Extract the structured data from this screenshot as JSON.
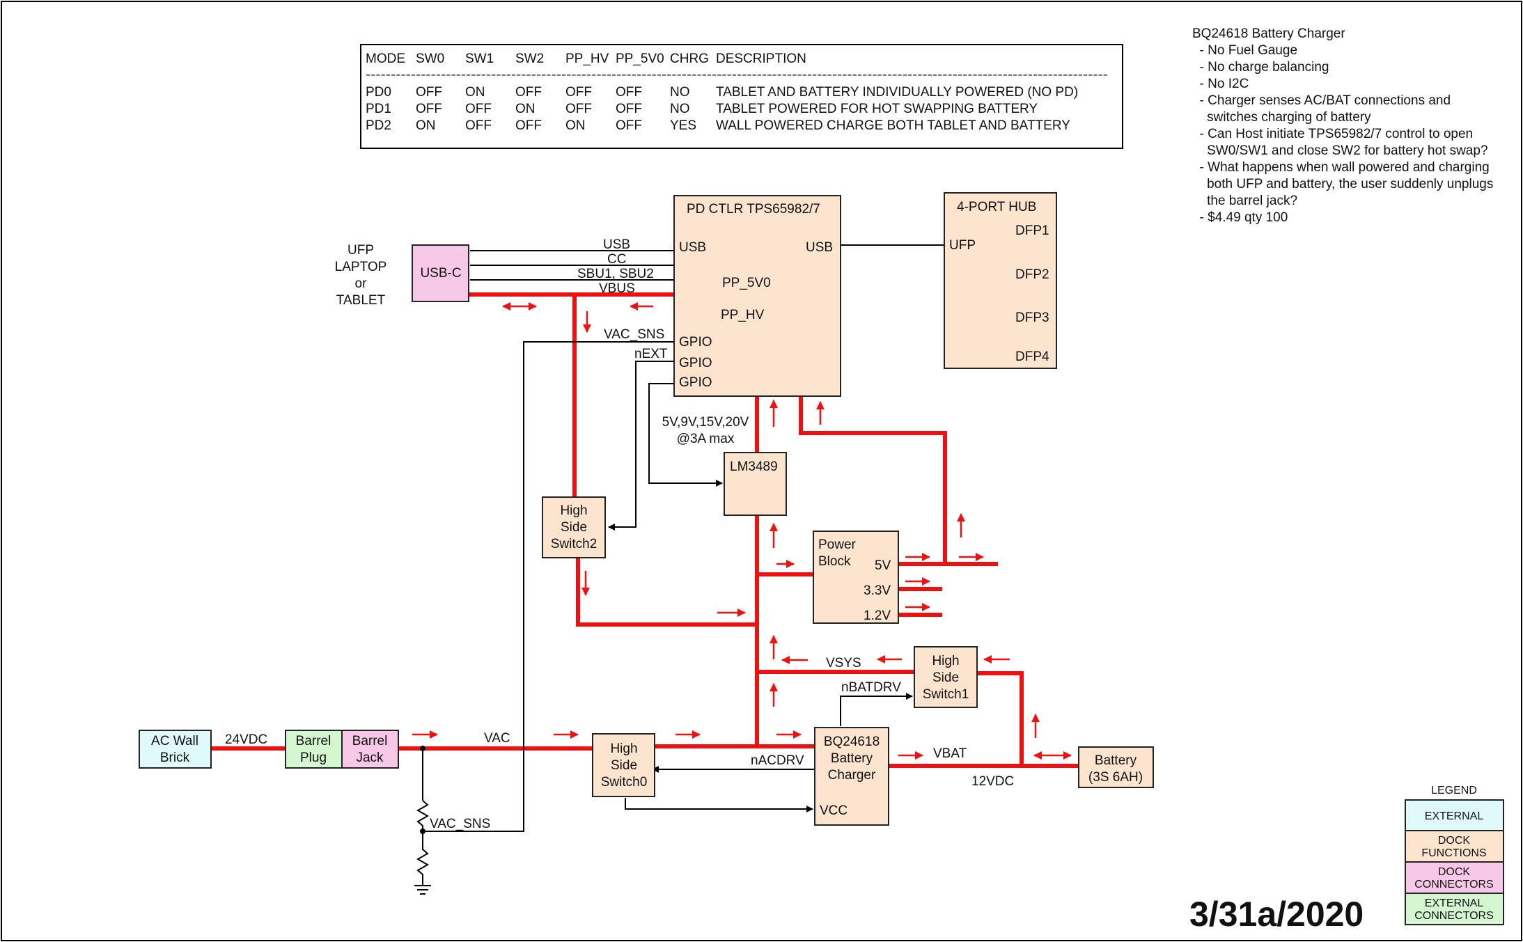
{
  "mode_table": {
    "header": [
      "MODE",
      "SW0",
      "SW1",
      "SW2",
      "PP_HV",
      "PP_5V0",
      "CHRG",
      "DESCRIPTION"
    ],
    "separator": "----------------------------------------------------------------------------------------------------------------------------------------------------",
    "rows": [
      [
        "PD0",
        "OFF",
        "ON",
        "OFF",
        "OFF",
        "OFF",
        "NO",
        "TABLET AND BATTERY INDIVIDUALLY POWERED (NO PD)"
      ],
      [
        "PD1",
        "OFF",
        "OFF",
        "ON",
        "OFF",
        "OFF",
        "NO",
        "TABLET POWERED FOR HOT SWAPPING BATTERY"
      ],
      [
        "PD2",
        "ON",
        "OFF",
        "OFF",
        "ON",
        "OFF",
        "YES",
        "WALL POWERED CHARGE BOTH TABLET AND BATTERY"
      ]
    ]
  },
  "notes": [
    "BQ24618 Battery Charger",
    "  - No Fuel Gauge",
    "  - No charge balancing",
    "  - No I2C",
    "  - Charger senses AC/BAT connections and",
    "    switches charging of battery",
    "  - Can Host initiate TPS65982/7 control to open",
    "    SW0/SW1 and close SW2 for battery hot swap?",
    "  - What happens when wall powered and charging",
    "    both UFP and battery, the user suddenly unplugs",
    "    the barrel jack?",
    "  - $4.49 qty 100"
  ],
  "blocks": {
    "usbc": "USB-C",
    "ufp_label": [
      "UFP",
      "LAPTOP",
      "or",
      "TABLET"
    ],
    "pd_title": "PD CTLR TPS65982/7",
    "pd_usb_left": "USB",
    "pd_usb_right": "USB",
    "pd_gpio": [
      "GPIO",
      "GPIO",
      "GPIO"
    ],
    "pp_5v0": "PP_5V0",
    "pp_hv": "PP_HV",
    "hub_title": "4-PORT HUB",
    "hub_ufp": "UFP",
    "hub_dfp": [
      "DFP1",
      "DFP2",
      "DFP3",
      "DFP4"
    ],
    "lm": "LM3489",
    "lm_out": [
      "5V,9V,15V,20V",
      "@3A max"
    ],
    "hss2": [
      "High",
      "Side",
      "Switch2"
    ],
    "power_block": [
      "Power",
      "Block"
    ],
    "pb_out": [
      "5V",
      "3.3V",
      "1.2V"
    ],
    "hss1": [
      "High",
      "Side",
      "Switch1"
    ],
    "hss0": [
      "High",
      "Side",
      "Switch0"
    ],
    "bq": [
      "BQ24618",
      "Battery",
      "Charger"
    ],
    "vcc": "VCC",
    "battery": [
      "Battery",
      "(3S 6AH)"
    ],
    "ac_wall": [
      "AC Wall",
      "Brick"
    ],
    "barrel_plug": [
      "Barrel",
      "Plug"
    ],
    "barrel_jack": [
      "Barrel",
      "Jack"
    ]
  },
  "signals": {
    "usb": "USB",
    "cc": "CC",
    "sbu": "SBU1, SBU2",
    "vbus": "VBUS",
    "vac_sns_top": "VAC_SNS",
    "next": "nEXT",
    "vsys": "VSYS",
    "nbatdrv": "nBATDRV",
    "nacdrv": "nACDRV",
    "vbat": "VBAT",
    "v12": "12VDC",
    "v24": "24VDC",
    "vac": "VAC",
    "vac_sns_bot": "VAC_SNS"
  },
  "legend": {
    "title": "LEGEND",
    "items": [
      {
        "label": [
          "EXTERNAL"
        ],
        "color": "#e0fafc"
      },
      {
        "label": [
          "DOCK",
          "FUNCTIONS"
        ],
        "color": "#fce4cf"
      },
      {
        "label": [
          "DOCK",
          "CONNECTORS"
        ],
        "color": "#f8c8e8"
      },
      {
        "label": [
          "EXTERNAL",
          "CONNECTORS"
        ],
        "color": "#d4f6d0"
      }
    ]
  },
  "date": "3/31a/2020",
  "colors": {
    "power_line": "#ee1111",
    "dock": "#fce4cf",
    "external": "#e0fafc",
    "connector": "#f8c8e8",
    "ext_connector": "#d4f6d0"
  }
}
